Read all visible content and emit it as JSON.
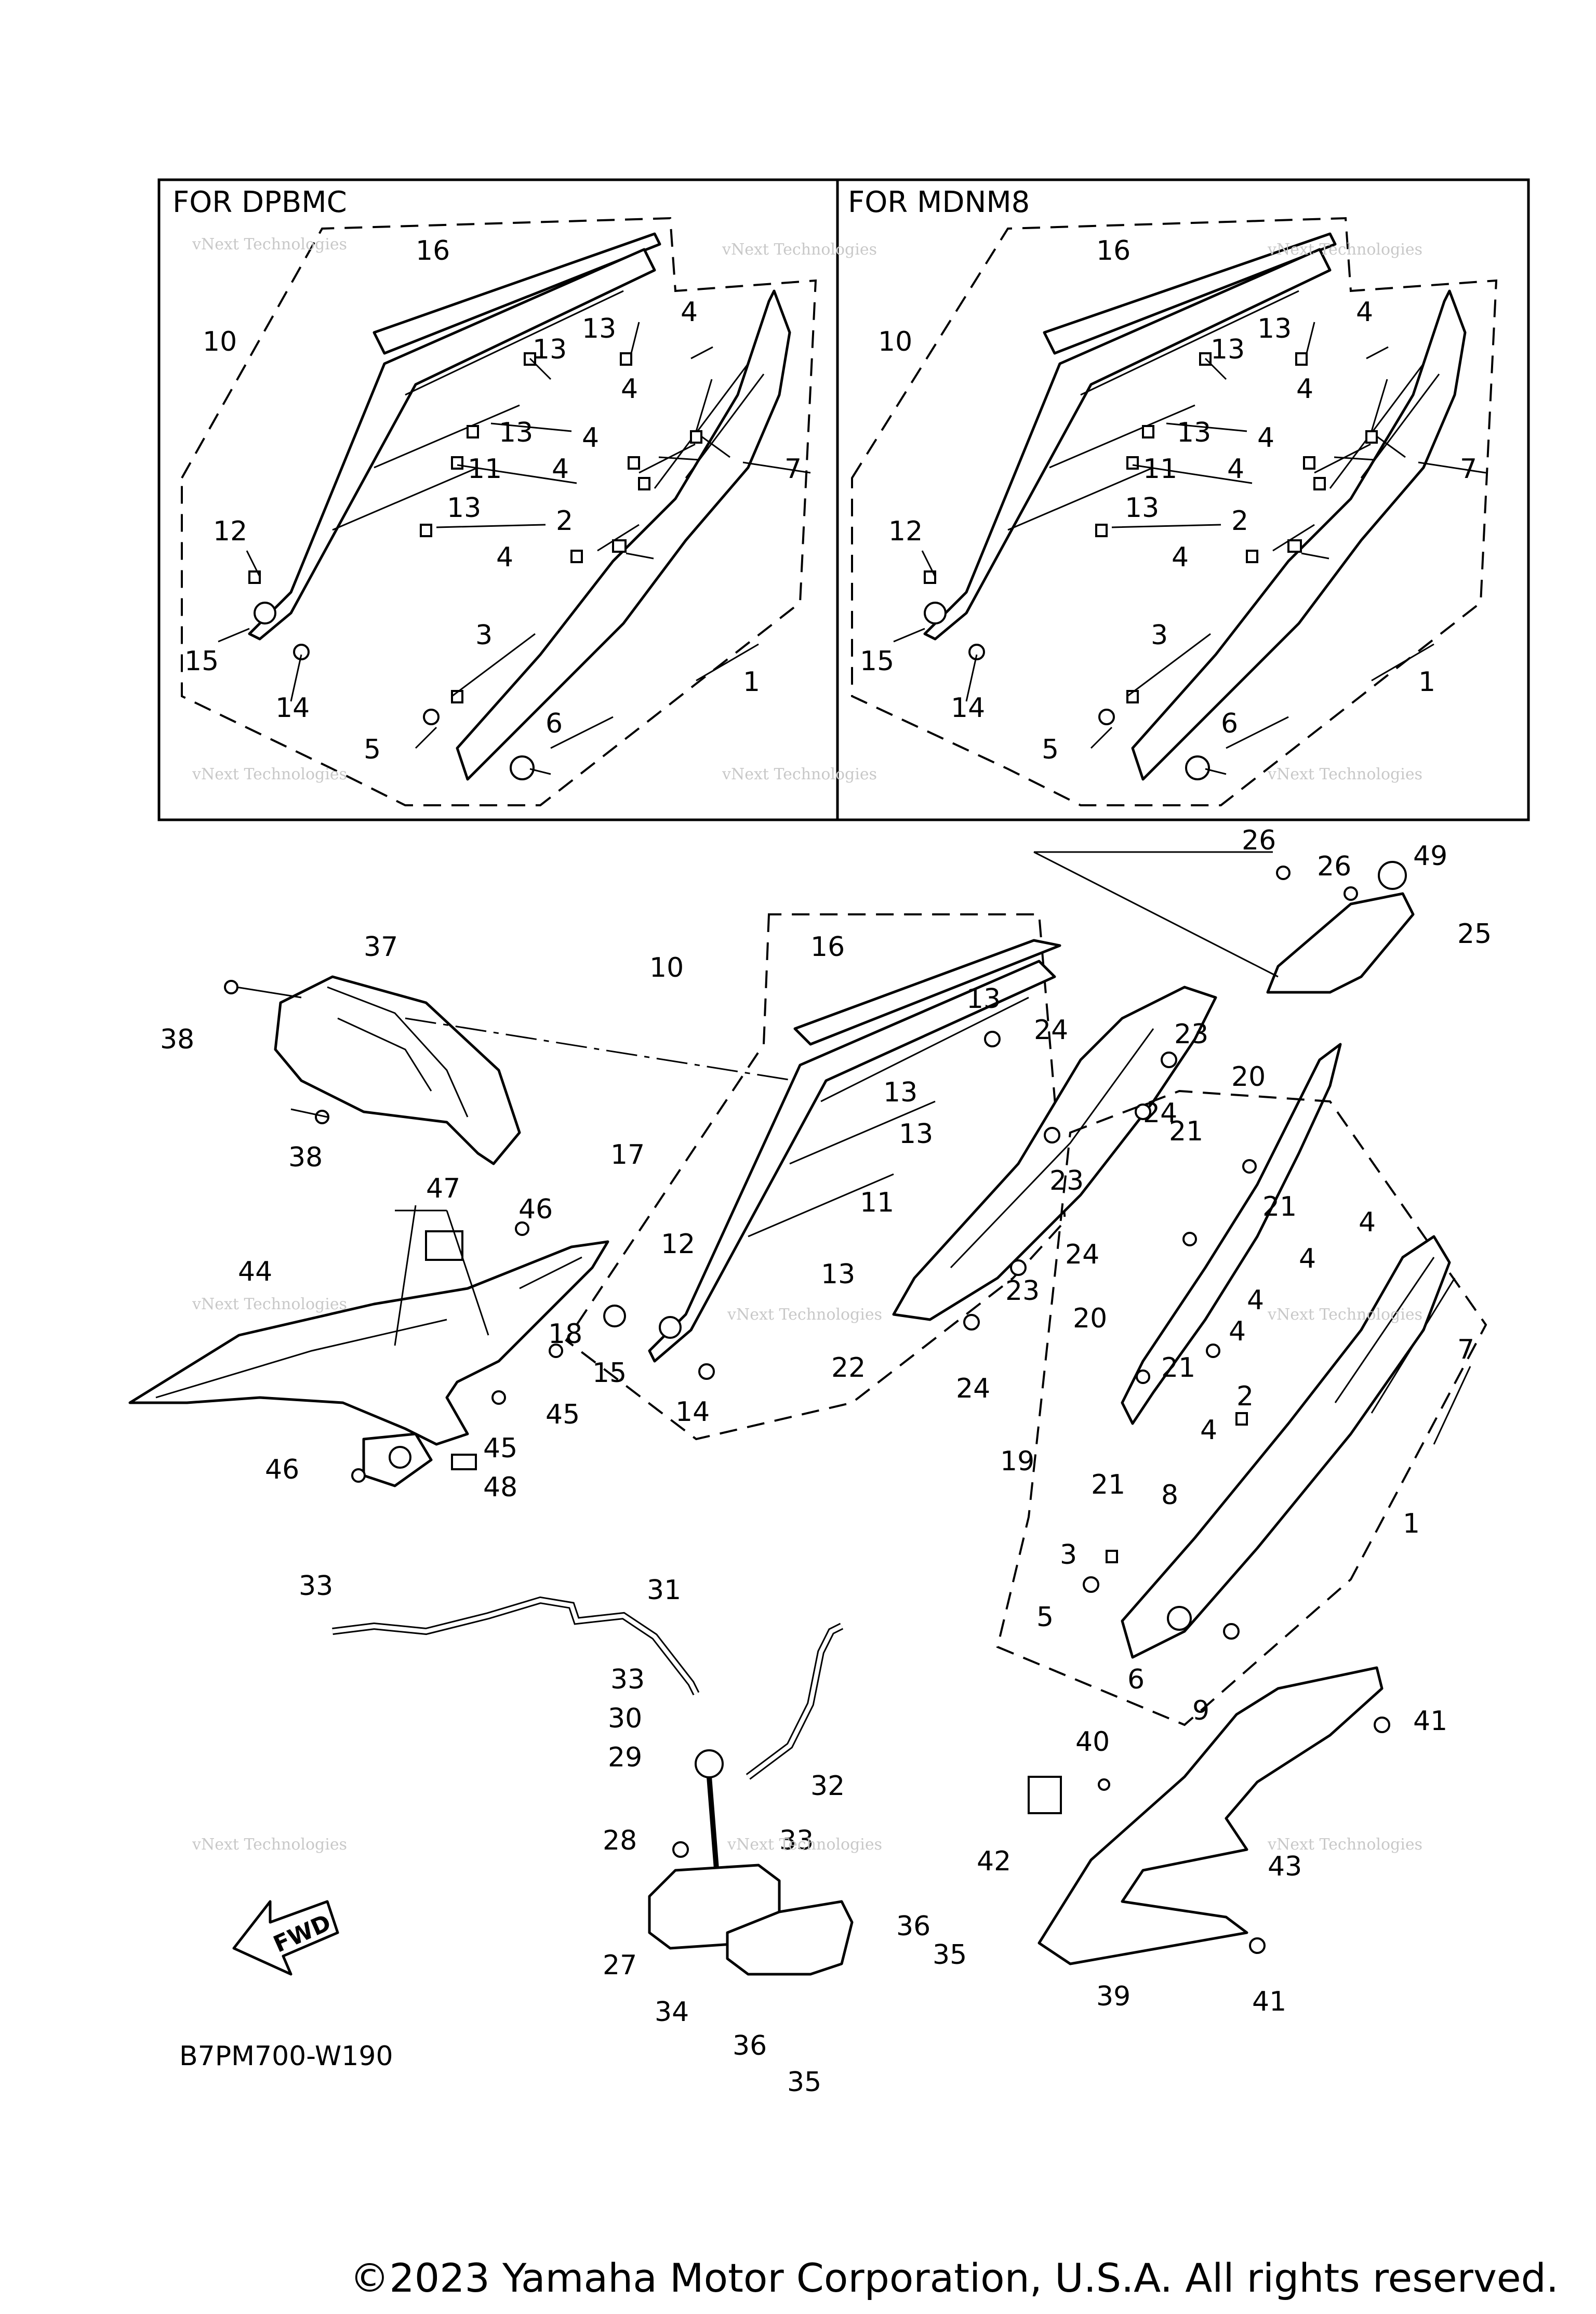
{
  "insets": [
    {
      "title": "FOR DPBMC"
    },
    {
      "title": "FOR MDNM8"
    }
  ],
  "watermark": {
    "line1": "vNext",
    "line2": "Technologies",
    "combined": "vNext Technologies"
  },
  "fwd_label": "FWD",
  "diagram_code": "B7PM700-W190",
  "copyright": "©2023 Yamaha Motor Corporation, U.S.A. All rights reserved.",
  "callouts": {
    "n1": "1",
    "n2": "2",
    "n3": "3",
    "n4": "4",
    "n5": "5",
    "n6": "6",
    "n7": "7",
    "n8": "8",
    "n9": "9",
    "n10": "10",
    "n11": "11",
    "n12": "12",
    "n13": "13",
    "n14": "14",
    "n15": "15",
    "n16": "16",
    "n17": "17",
    "n18": "18",
    "n19": "19",
    "n20": "20",
    "n21": "21",
    "n22": "22",
    "n23": "23",
    "n24": "24",
    "n25": "25",
    "n26": "26",
    "n27": "27",
    "n28": "28",
    "n29": "29",
    "n30": "30",
    "n31": "31",
    "n32": "32",
    "n33": "33",
    "n34": "34",
    "n35": "35",
    "n36": "36",
    "n37": "37",
    "n38": "38",
    "n39": "39",
    "n40": "40",
    "n41": "41",
    "n42": "42",
    "n43": "43",
    "n44": "44",
    "n45": "45",
    "n46": "46",
    "n47": "47",
    "n48": "48",
    "n49": "49"
  }
}
